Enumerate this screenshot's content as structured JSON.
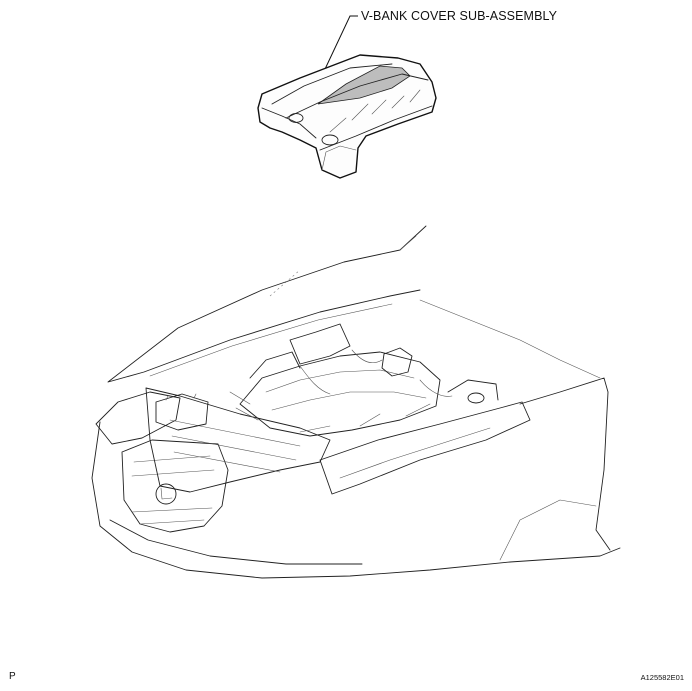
{
  "labels": {
    "part_name": "V-BANK COVER SUB-ASSEMBLY",
    "view_code": "P",
    "figure_id": "A125582E01"
  },
  "icons": {
    "cover_part": "v-bank-cover-icon",
    "vehicle": "engine-compartment-icon"
  }
}
